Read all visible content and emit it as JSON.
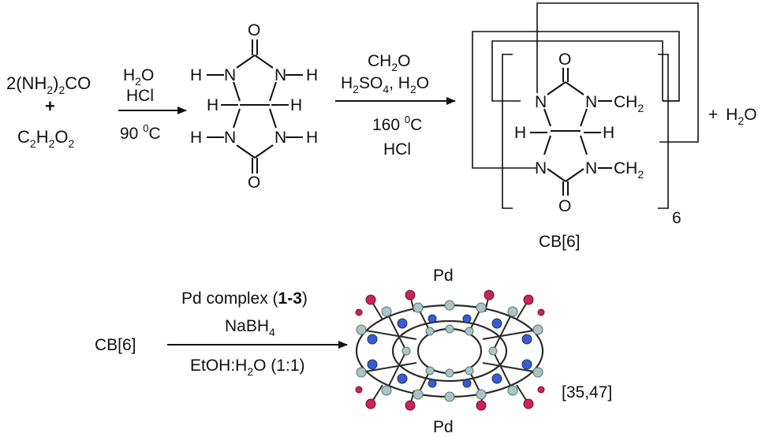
{
  "reaction1": {
    "reagent_a": {
      "main": "2(NH",
      "sub1": "2",
      "mid": ")",
      "sub2": "2",
      "tail": "CO"
    },
    "plus": "+",
    "reagent_b": {
      "c": "C",
      "s1": "2",
      "h": "H",
      "s2": "2",
      "o": "O",
      "s3": "2"
    },
    "arrow_top": {
      "h": "H",
      "s": "2",
      "o": "O"
    },
    "arrow_mid": "HCl",
    "arrow_bottom": {
      "num": "90 ",
      "sup": "0",
      "unit": "C"
    }
  },
  "glycoluril": {
    "o_top": "O",
    "o_bottom": "O",
    "h_nl_top": "H",
    "n_tl": "N",
    "n_tr": "N",
    "h_nr_top": "H",
    "h_c_left": "H",
    "h_c_right": "H",
    "h_nl_bot": "H",
    "n_bl": "N",
    "n_br": "N",
    "h_nr_bot": "H"
  },
  "reaction2": {
    "line1": {
      "a": "CH",
      "s": "2",
      "b": "O"
    },
    "line2": {
      "a": "H",
      "s1": "2",
      "b": "SO",
      "s2": "4",
      "c": ", H",
      "s3": "2",
      "d": "O"
    },
    "line3": {
      "num": "160 ",
      "sup": "0",
      "unit": "C"
    },
    "line4": "HCl"
  },
  "cb6_monomer": {
    "o_top": "O",
    "o_bottom": "O",
    "n_tl": "N",
    "n_tr": "N",
    "n_bl": "N",
    "n_br": "N",
    "ch2_top": {
      "a": "CH",
      "s": "2"
    },
    "ch2_bot": {
      "a": "CH",
      "s": "2"
    },
    "h_left": "H",
    "h_right": "H",
    "repeat": "6",
    "label": "CB[6]"
  },
  "byproduct": {
    "plus": "+",
    "a": "H",
    "s": "2",
    "b": "O"
  },
  "reaction3": {
    "reactant": "CB[6]",
    "line1": {
      "a": "Pd complex (",
      "bold": "1-3",
      "b": ")"
    },
    "line2": {
      "a": "NaBH",
      "s": "4"
    },
    "line3": {
      "a": "EtOH:H",
      "s": "2",
      "b": "O (1:1)"
    },
    "pd_top": "Pd",
    "pd_bottom": "Pd",
    "reference": "[35,47]"
  },
  "colors": {
    "ink": "#111111",
    "carbon": "#a9c6c4",
    "nitrogen": "#3a5ccc",
    "oxygen": "#c8245a",
    "bond": "#2b2b2b"
  }
}
